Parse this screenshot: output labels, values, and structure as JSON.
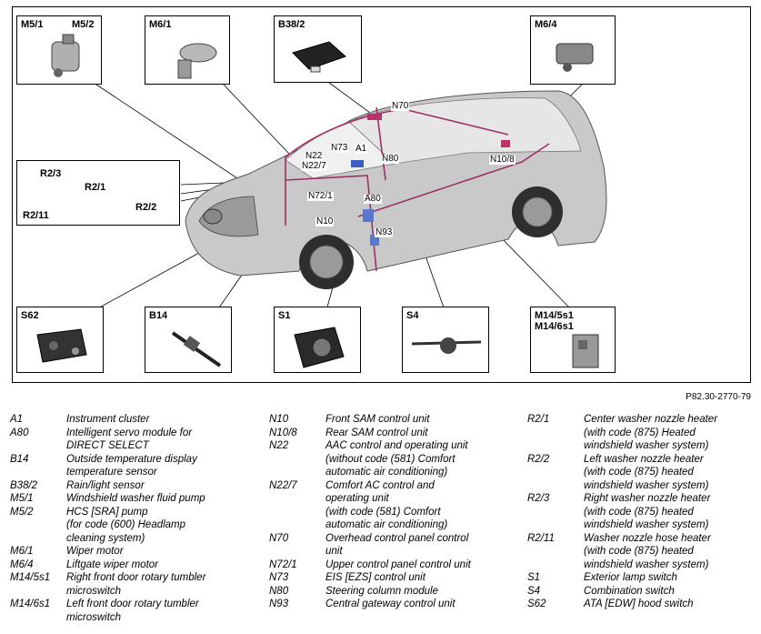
{
  "figure": {
    "doc_number": "P82.30-2770-79",
    "callouts": {
      "m5": {
        "label_a": "M5/1",
        "label_b": "M5/2"
      },
      "m6_1": {
        "label": "M6/1"
      },
      "b38_2": {
        "label": "B38/2"
      },
      "m6_4": {
        "label": "M6/4"
      },
      "r2": {
        "label_r2_3": "R2/3",
        "label_r2_1": "R2/1",
        "label_r2_2": "R2/2",
        "label_r2_11": "R2/11"
      },
      "s62": {
        "label": "S62"
      },
      "b14": {
        "label": "B14"
      },
      "s1": {
        "label": "S1"
      },
      "s4": {
        "label": "S4"
      },
      "m14": {
        "label_a": "M14/5s1",
        "label_b": "M14/6s1"
      }
    },
    "markers": {
      "n70": "N70",
      "n73": "N73",
      "a1": "A1",
      "n22": "N22",
      "n22_7": "N22/7",
      "n80": "N80",
      "n10_8": "N10/8",
      "n72_1": "N72/1",
      "a80": "A80",
      "n10": "N10",
      "n93": "N93"
    }
  },
  "legend": {
    "col1": [
      {
        "code": "A1",
        "desc": [
          "Instrument cluster"
        ]
      },
      {
        "code": "A80",
        "desc": [
          "Intelligent servo module for",
          "DIRECT SELECT"
        ]
      },
      {
        "code": "B14",
        "desc": [
          "Outside temperature display",
          "temperature sensor"
        ]
      },
      {
        "code": "B38/2",
        "desc": [
          "Rain/light sensor"
        ]
      },
      {
        "code": "M5/1",
        "desc": [
          "Windshield washer fluid pump"
        ]
      },
      {
        "code": "M5/2",
        "desc": [
          "HCS [SRA] pump",
          "(for code (600) Headlamp",
          "cleaning system)"
        ]
      },
      {
        "code": "M6/1",
        "desc": [
          "Wiper motor"
        ]
      },
      {
        "code": "M6/4",
        "desc": [
          "Liftgate wiper motor"
        ]
      },
      {
        "code": "M14/5s1",
        "desc": [
          "Right front door rotary tumbler",
          "microswitch"
        ]
      },
      {
        "code": "M14/6s1",
        "desc": [
          "Left front door rotary tumbler",
          "microswitch"
        ]
      }
    ],
    "col2": [
      {
        "code": "N10",
        "desc": [
          "Front SAM control unit"
        ]
      },
      {
        "code": "N10/8",
        "desc": [
          "Rear SAM control unit"
        ]
      },
      {
        "code": "N22",
        "desc": [
          "AAC control and operating unit",
          "(without code (581) Comfort",
          "automatic air conditioning)"
        ]
      },
      {
        "code": "N22/7",
        "desc": [
          "Comfort AC control and",
          "operating unit"
        ]
      },
      {
        "code": "",
        "desc": [
          "(with code (581) Comfort",
          "automatic air conditioning)"
        ]
      },
      {
        "code": "N70",
        "desc": [
          "Overhead control panel control",
          "unit"
        ]
      },
      {
        "code": "N72/1",
        "desc": [
          "Upper control panel control unit"
        ]
      },
      {
        "code": "N73",
        "desc": [
          "EIS [EZS] control unit"
        ]
      },
      {
        "code": "N80",
        "desc": [
          "Steering column module"
        ]
      },
      {
        "code": "N93",
        "desc": [
          "Central gateway control unit"
        ]
      }
    ],
    "col3": [
      {
        "code": "R2/1",
        "desc": [
          "Center washer nozzle heater",
          "(with code (875) Heated",
          "windshield washer system)"
        ]
      },
      {
        "code": "R2/2",
        "desc": [
          "Left washer nozzle heater",
          "(with code (875) heated",
          "windshield washer system)"
        ]
      },
      {
        "code": "R2/3",
        "desc": [
          "Right washer nozzle heater",
          "(with code (875) heated",
          "windshield washer system)"
        ]
      },
      {
        "code": "R2/11",
        "desc": [
          "Washer nozzle hose heater",
          "(with code (875) heated",
          "windshield washer system)"
        ]
      },
      {
        "code": "S1",
        "desc": [
          "Exterior lamp switch"
        ]
      },
      {
        "code": "S4",
        "desc": [
          "Combination switch"
        ]
      },
      {
        "code": "S62",
        "desc": [
          "ATA [EDW] hood switch"
        ]
      }
    ]
  }
}
